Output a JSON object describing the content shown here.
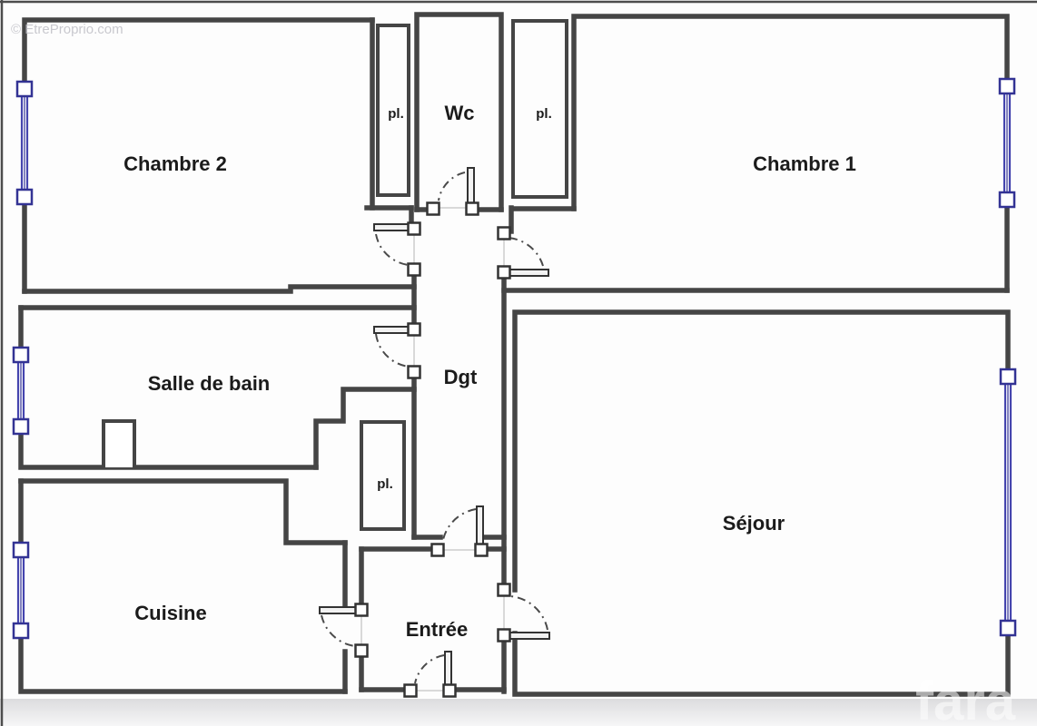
{
  "watermarks": {
    "top_left": "© EtreProprio.com",
    "bottom_right": "fara"
  },
  "rooms": {
    "chambre2": {
      "label": "Chambre 2"
    },
    "closet_top_left": {
      "label": "pl."
    },
    "wc": {
      "label": "Wc"
    },
    "closet_top_right": {
      "label": "pl."
    },
    "chambre1": {
      "label": "Chambre 1"
    },
    "salle_de_bain": {
      "label": "Salle de bain"
    },
    "dgt": {
      "label": "Dgt"
    },
    "closet_entree": {
      "label": "pl."
    },
    "sejour": {
      "label": "Séjour"
    },
    "cuisine": {
      "label": "Cuisine"
    },
    "entree": {
      "label": "Entrée"
    }
  },
  "colors": {
    "wall": "#454545",
    "window_frame": "#4545ae",
    "door_arc": "#4a4a4a",
    "label": "#1b1b1b",
    "watermark_gray": "#bfbfc6",
    "bottom_band_top": "#dcdcde",
    "bottom_band_bottom": "#f6f6f7"
  }
}
